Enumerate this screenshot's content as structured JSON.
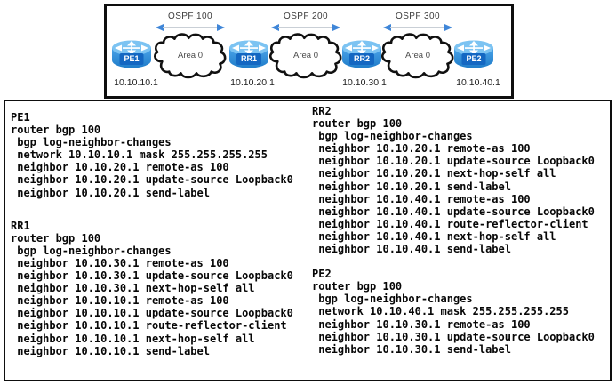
{
  "diagram": {
    "routers": [
      {
        "name": "PE1",
        "ip": "10.10.10.1"
      },
      {
        "name": "RR1",
        "ip": "10.10.20.1"
      },
      {
        "name": "RR2",
        "ip": "10.10.30.1"
      },
      {
        "name": "PE2",
        "ip": "10.10.40.1"
      }
    ],
    "links": [
      {
        "ospf": "OSPF 100",
        "area": "Area 0"
      },
      {
        "ospf": "OSPF 200",
        "area": "Area 0"
      },
      {
        "ospf": "OSPF 300",
        "area": "Area 0"
      }
    ]
  },
  "configs": [
    {
      "device": "PE1",
      "lines": [
        "router bgp 100",
        " bgp log-neighbor-changes",
        " network 10.10.10.1 mask 255.255.255.255",
        " neighbor 10.10.20.1 remote-as 100",
        " neighbor 10.10.20.1 update-source Loopback0",
        " neighbor 10.10.20.1 send-label"
      ]
    },
    {
      "device": "RR1",
      "lines": [
        "router bgp 100",
        " bgp log-neighbor-changes",
        " neighbor 10.10.30.1 remote-as 100",
        " neighbor 10.10.30.1 update-source Loopback0",
        " neighbor 10.10.30.1 next-hop-self all",
        " neighbor 10.10.10.1 remote-as 100",
        " neighbor 10.10.10.1 update-source Loopback0",
        " neighbor 10.10.10.1 route-reflector-client",
        " neighbor 10.10.10.1 next-hop-self all",
        " neighbor 10.10.10.1 send-label"
      ]
    },
    {
      "device": "RR2",
      "lines": [
        "router bgp 100",
        " bgp log-neighbor-changes",
        " neighbor 10.10.20.1 remote-as 100",
        " neighbor 10.10.20.1 update-source Loopback0",
        " neighbor 10.10.20.1 next-hop-self all",
        " neighbor 10.10.20.1 send-label",
        " neighbor 10.10.40.1 remote-as 100",
        " neighbor 10.10.40.1 update-source Loopback0",
        " neighbor 10.10.40.1 route-reflector-client",
        " neighbor 10.10.40.1 next-hop-self all",
        " neighbor 10.10.40.1 send-label"
      ]
    },
    {
      "device": "PE2",
      "lines": [
        "router bgp 100",
        " bgp log-neighbor-changes",
        " network 10.10.40.1 mask 255.255.255.255",
        " neighbor 10.10.30.1 remote-as 100",
        " neighbor 10.10.30.1 update-source Loopback0",
        " neighbor 10.10.30.1 send-label"
      ]
    }
  ],
  "colors": {
    "router_body_blue": "#2e8fd9",
    "router_top_blue": "#7cc3f2",
    "router_label_bg": "#1467c2",
    "arrow_blue": "#3f86d8",
    "box_border": "#0e0e0e",
    "config_text": "#070707"
  }
}
